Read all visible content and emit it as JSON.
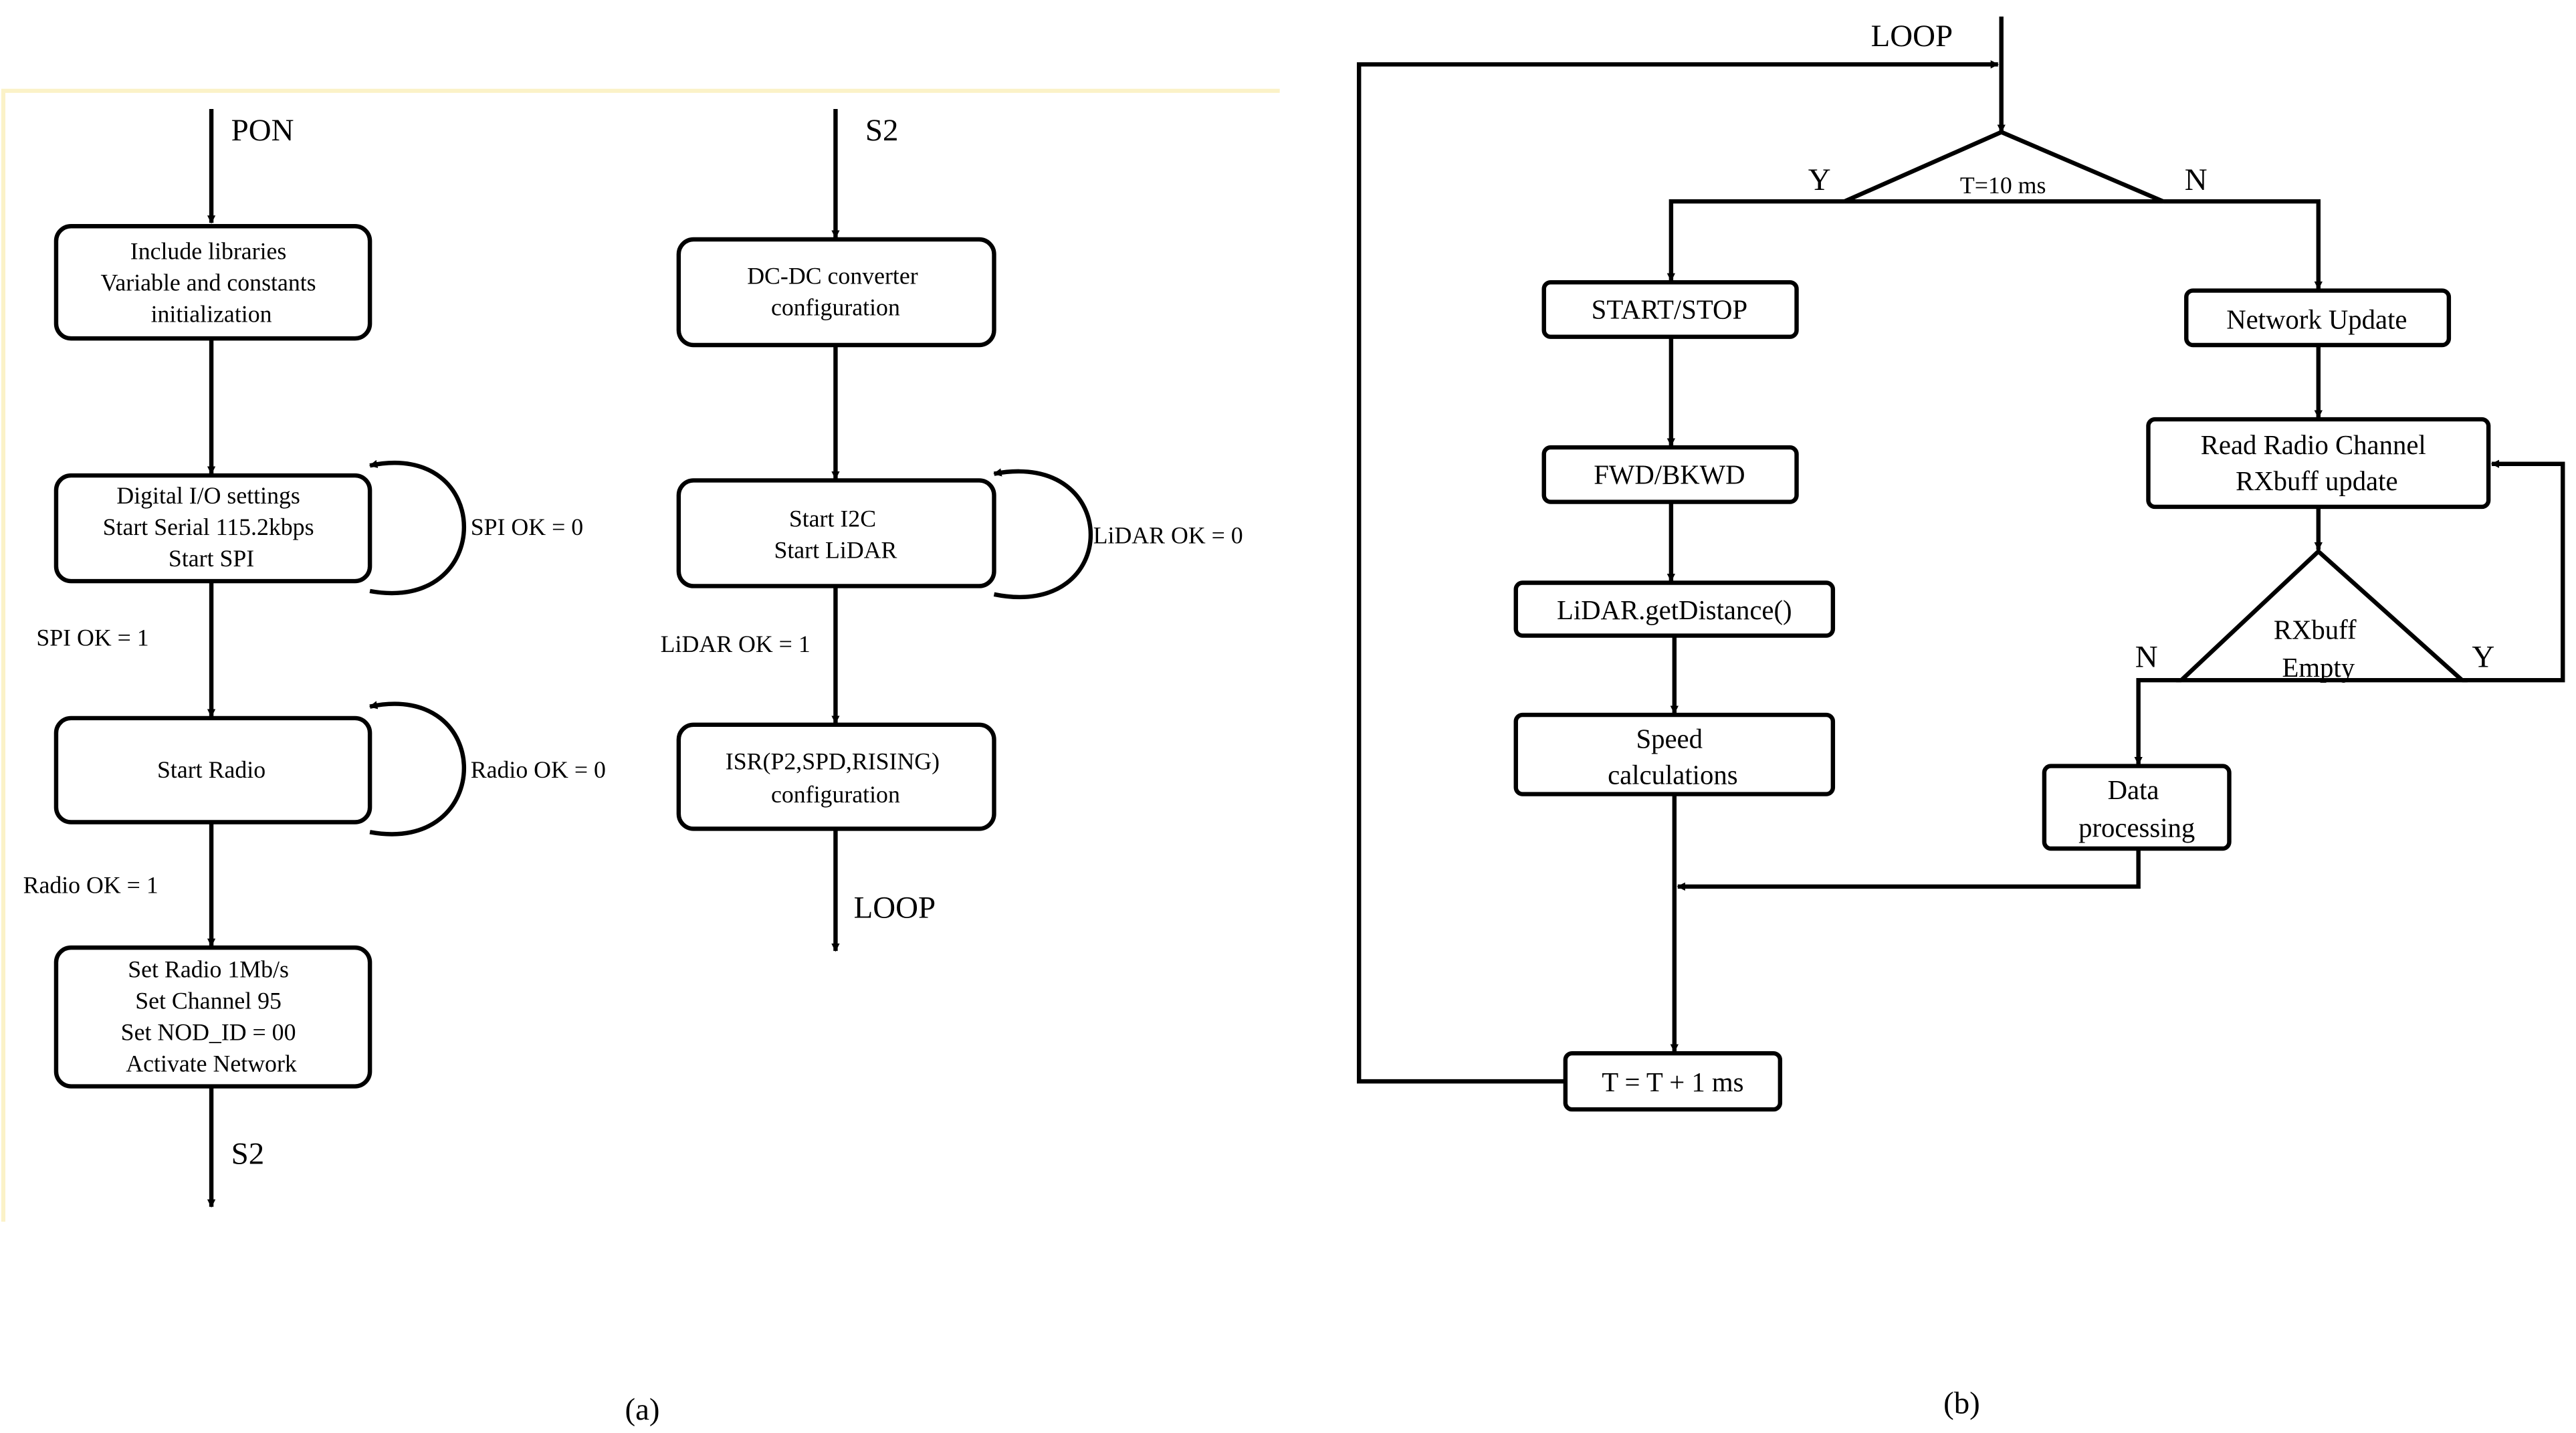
{
  "panel_a": {
    "col1": {
      "entry": "PON",
      "box1": [
        "Include libraries",
        "Variable  and constants",
        "initialization"
      ],
      "box2": [
        "Digital I/O settings",
        "Start Serial  115.2kbps",
        "Start SPI"
      ],
      "loop1_label": "SPI OK = 0",
      "ok1_label": "SPI OK = 1",
      "box3": [
        "Start Radio"
      ],
      "loop2_label": "Radio OK = 0",
      "ok2_label": "Radio OK = 1",
      "box4": [
        "Set Radio 1Mb/s",
        "Set Channel 95",
        "Set NOD_ID  = 00",
        "Activate Network"
      ],
      "exit": "S2"
    },
    "col2": {
      "entry": "S2",
      "box1": [
        "DC-DC  converter",
        "configuration"
      ],
      "box2": [
        "Start I2C",
        "Start LiDAR"
      ],
      "loop_label": "LiDAR  OK = 0",
      "ok_label": "LiDAR  OK = 1",
      "box3": [
        "ISR(P2,SPD,RISING)",
        "configuration"
      ],
      "exit": "LOOP"
    },
    "caption": "(a)"
  },
  "panel_b": {
    "entry": "LOOP",
    "decision1": "T=10 ms",
    "d1_yes": "Y",
    "d1_no": "N",
    "left": [
      "START/STOP",
      "FWD/BKWD",
      "LiDAR.getDistance()"
    ],
    "speed": [
      "Speed",
      "calculations"
    ],
    "timer": "T = T + 1 ms",
    "right1": "Network Update",
    "right2": [
      "Read Radio Channel",
      "RXbuff update"
    ],
    "decision2": [
      "RXbuff",
      "Empty"
    ],
    "d2_no": "N",
    "d2_yes": "Y",
    "data": [
      "Data",
      "processing"
    ],
    "caption": "(b)"
  }
}
